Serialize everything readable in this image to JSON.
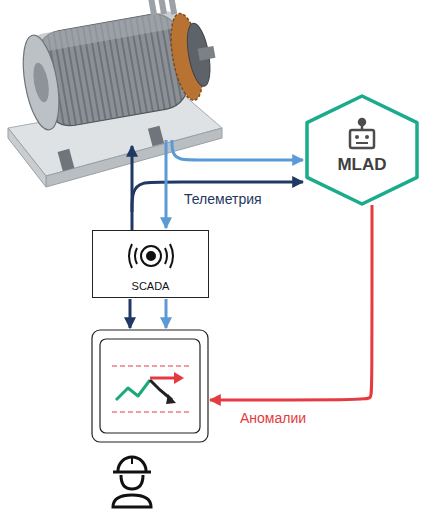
{
  "diagram": {
    "nodes": [
      {
        "text": [
          "MLAD"
        ]
      },
      {
        "text": [
          "SCADA"
        ]
      }
    ],
    "labels": [
      "Телеметрия",
      "Аномалии"
    ]
  }
}
